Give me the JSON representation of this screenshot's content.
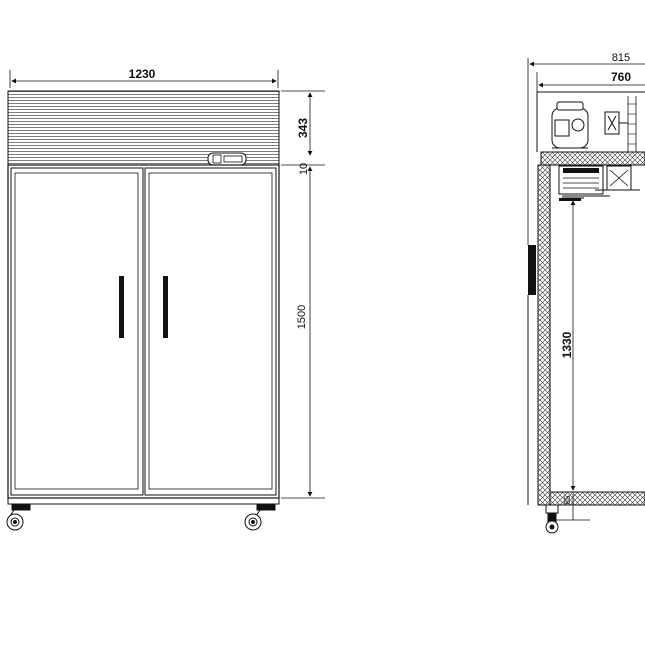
{
  "front_view": {
    "width_label": "1230",
    "top_section_label": "343",
    "gap_label": "10",
    "door_height_label": "1500"
  },
  "side_view": {
    "outer_depth_label": "815",
    "inner_depth_label": "760",
    "interior_height_label": "1330",
    "base_label": "85"
  },
  "colors": {
    "line": "#111111",
    "hatch": "#333333",
    "background": "#ffffff"
  }
}
